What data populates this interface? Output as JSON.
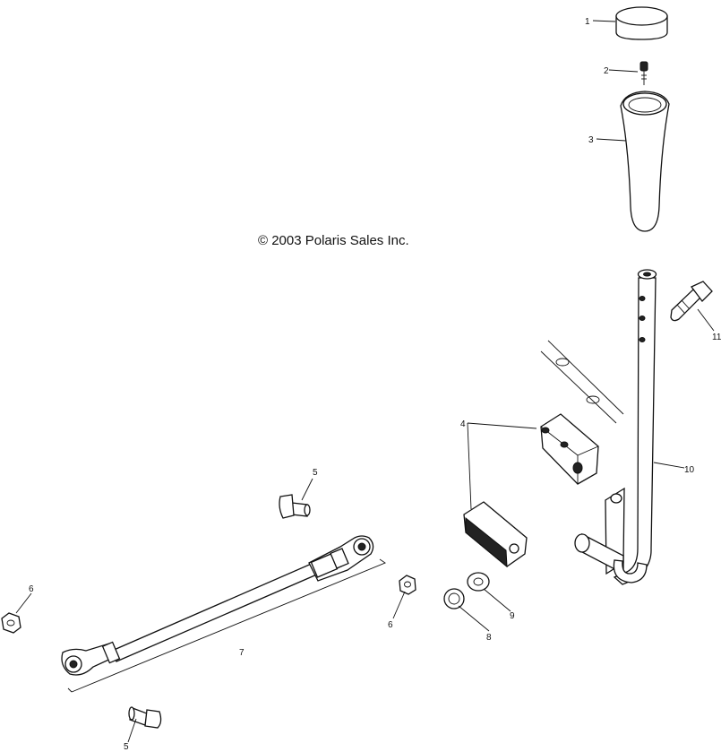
{
  "copyright": "© 2003 Polaris Sales Inc.",
  "callouts": {
    "c1": "1",
    "c2": "2",
    "c3": "3",
    "c4": "4",
    "c5a": "5",
    "c5b": "5",
    "c6a": "6",
    "c6b": "6",
    "c7": "7",
    "c8": "8",
    "c9": "9",
    "c10": "10",
    "c11": "11"
  }
}
